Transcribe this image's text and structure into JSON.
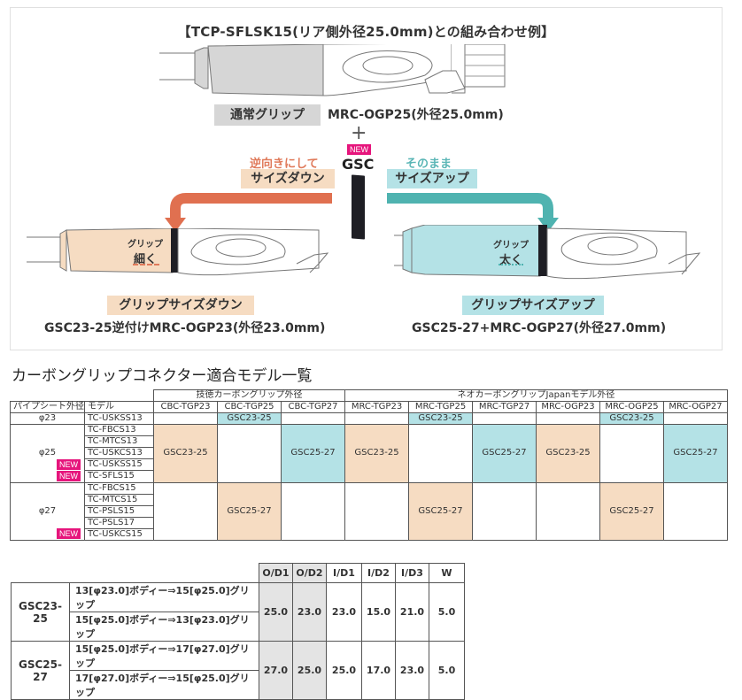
{
  "illustration": {
    "title": "【TCP-SFLSK15(リア側外径25.0mm)との組み合わせ例】",
    "normal_grip_label": "通常グリップ",
    "normal_grip_model": "MRC-OGP25(外径25.0mm)",
    "plus": "+",
    "new_badge": "NEW",
    "gsc_label": "GSC",
    "size_down": {
      "caption": "逆向きにして",
      "tag": "サイズダウン",
      "grip_note_small": "グリップ",
      "grip_note_big": "細く",
      "result_tag": "グリップサイズダウン",
      "result_model": "GSC23-25逆付けMRC-OGP23(外径23.0mm)",
      "color": "#e07050"
    },
    "size_up": {
      "caption": "そのまま",
      "tag": "サイズアップ",
      "grip_note_small": "グリップ",
      "grip_note_big": "太く",
      "result_tag": "グリップサイズアップ",
      "result_model": "GSC25-27+MRC-OGP27(外径27.0mm)",
      "color": "#4fb3b0"
    },
    "colors": {
      "normal_grip": "#d6d6d6",
      "down_grip": "#f6dcc2",
      "up_grip": "#b4e2e6",
      "connector": "#1e1e24"
    }
  },
  "compat_table": {
    "title": "カーボングリップコネクター適合モデル一覧",
    "group_headers": [
      "技徳カーボングリップ外径",
      "ネオカーボングリップJapanモデル外径"
    ],
    "col_headers": [
      "パイプシート外径",
      "モデル",
      "CBC-TGP23",
      "CBC-TGP25",
      "CBC-TGP27",
      "MRC-TGP23",
      "MRC-TGP25",
      "MRC-TGP27",
      "MRC-OGP23",
      "MRC-OGP25",
      "MRC-OGP27"
    ],
    "groups": [
      {
        "pipe": "φ23",
        "models": [
          {
            "name": "TC-USKSS13",
            "new": false
          }
        ],
        "cells": [
          "",
          "GSC23-25",
          "",
          "",
          "GSC23-25",
          "",
          "",
          "GSC23-25",
          ""
        ]
      },
      {
        "pipe": "φ25",
        "models": [
          {
            "name": "TC-FBCS13",
            "new": false
          },
          {
            "name": "TC-MTCS13",
            "new": false
          },
          {
            "name": "TC-USKCS13",
            "new": false
          },
          {
            "name": "TC-USKSS15",
            "new": true
          },
          {
            "name": "TC-SFLS15",
            "new": true
          }
        ],
        "cells": [
          "GSC23-25",
          "",
          "GSC25-27",
          "GSC23-25",
          "",
          "GSC25-27",
          "GSC23-25",
          "",
          "GSC25-27"
        ]
      },
      {
        "pipe": "φ27",
        "models": [
          {
            "name": "TC-FBCS15",
            "new": false
          },
          {
            "name": "TC-MTCS15",
            "new": false
          },
          {
            "name": "TC-PSLS15",
            "new": false
          },
          {
            "name": "TC-PSLS17",
            "new": false
          },
          {
            "name": "TC-USKCS15",
            "new": true
          }
        ],
        "cells": [
          "",
          "GSC25-27",
          "",
          "",
          "GSC25-27",
          "",
          "",
          "GSC25-27",
          ""
        ]
      }
    ],
    "new_badge": "NEW"
  },
  "spec_table": {
    "headers": [
      "O/D1",
      "O/D2",
      "I/D1",
      "I/D2",
      "I/D3",
      "W"
    ],
    "rows": [
      {
        "model": "GSC23-25",
        "desc": [
          "13[φ23.0]ボディー⇒15[φ25.0]グリップ",
          "15[φ25.0]ボディー⇒13[φ23.0]グリップ"
        ],
        "values": [
          "25.0",
          "23.0",
          "23.0",
          "15.0",
          "21.0",
          "5.0"
        ]
      },
      {
        "model": "GSC25-27",
        "desc": [
          "15[φ25.0]ボディー⇒17[φ27.0]グリップ",
          "17[φ27.0]ボディー⇒15[φ25.0]グリップ"
        ],
        "values": [
          "27.0",
          "25.0",
          "25.0",
          "17.0",
          "23.0",
          "5.0"
        ]
      }
    ]
  }
}
